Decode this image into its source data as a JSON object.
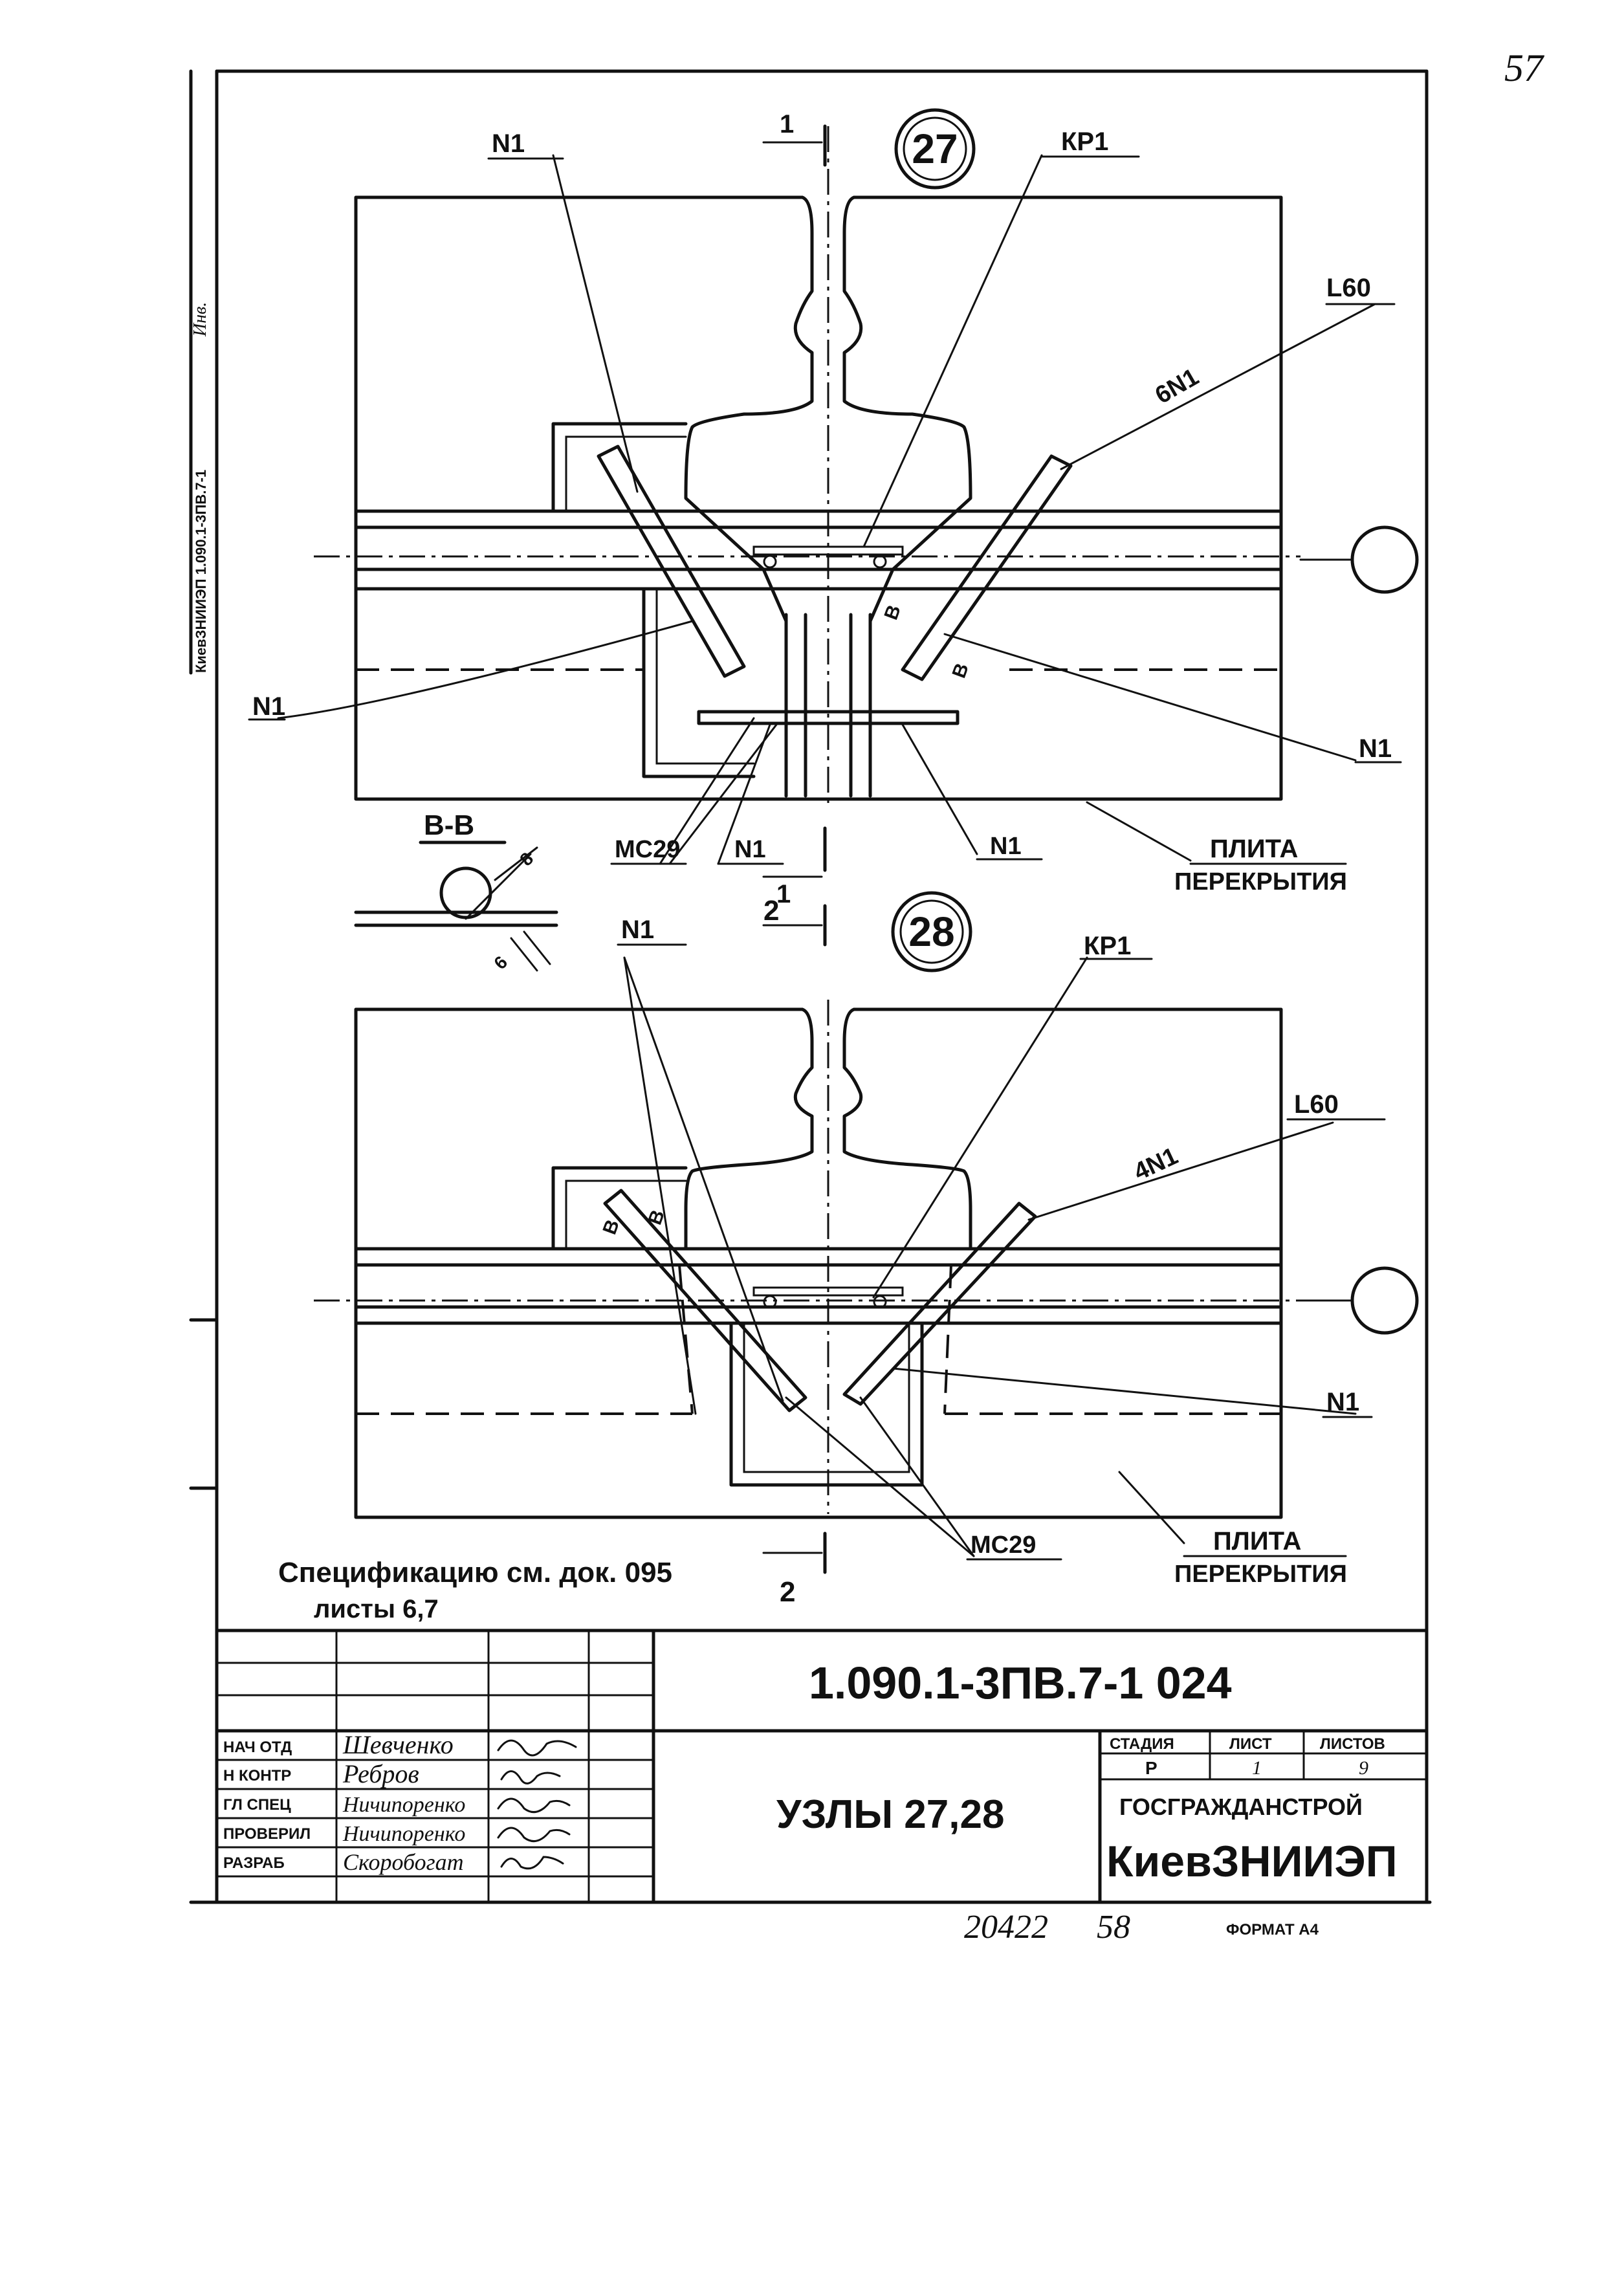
{
  "page_corner_number": "57",
  "side_stamp": {
    "line1": "КиевЗНИИЭП 1.090.1-3ПВ.7-1",
    "line2": "Инв."
  },
  "detail_27": {
    "number": "27",
    "labels": {
      "n1_top": "N1",
      "kr1": "КР1",
      "l60": "L60",
      "six_n1": "6N1",
      "n1_left": "N1",
      "n1_right": "N1",
      "mc29": "МС29",
      "n1_bottom": "N1",
      "n1_bottom_right": "N1",
      "plate_line1": "ПЛИТА",
      "plate_line2": "ПЕРЕКРЫТИЯ",
      "b_mark1": "В",
      "b_mark2": "В"
    }
  },
  "section_bb": {
    "title": "В-В",
    "dim1": "8",
    "dim2": "6"
  },
  "section_marks": {
    "mark1": "1",
    "mark2": "2"
  },
  "detail_28": {
    "number": "28",
    "labels": {
      "n1_top": "N1",
      "kr1": "КР1",
      "l60": "L60",
      "four_n1": "4N1",
      "n1_right": "N1",
      "mc29": "МС29",
      "plate_line1": "ПЛИТА",
      "plate_line2": "ПЕРЕКРЫТИЯ",
      "b_mark1": "В",
      "b_mark2": "В"
    }
  },
  "spec_note": {
    "line1": "Спецификацию см. док. 095",
    "line2": "листы 6,7"
  },
  "title_block": {
    "doc_code": "1.090.1-3ПВ.7-1  024",
    "title": "УЗЛЫ 27,28",
    "stage_header": "СТАДИЯ",
    "sheet_header": "ЛИСТ",
    "sheets_header": "ЛИСТОВ",
    "stage_value": "Р",
    "sheet_value": "1",
    "sheets_value": "9",
    "org_line1": "ГОСГРАЖДАНСТРОЙ",
    "org_line2": "КиевЗНИИЭП",
    "rows": [
      {
        "role": "НАЧ ОТД",
        "name": "Шевченко"
      },
      {
        "role": "Н КОНТР",
        "name": "Ребров"
      },
      {
        "role": "ГЛ СПЕЦ",
        "name": "Ничипоренко"
      },
      {
        "role": "ПРОВЕРИЛ",
        "name": "Ничипоренко"
      },
      {
        "role": "РАЗРАБ",
        "name": "Скоробогат"
      }
    ]
  },
  "footer": {
    "inv_number": "20422",
    "page_number": "58",
    "format": "ФОРМАТ А4"
  }
}
